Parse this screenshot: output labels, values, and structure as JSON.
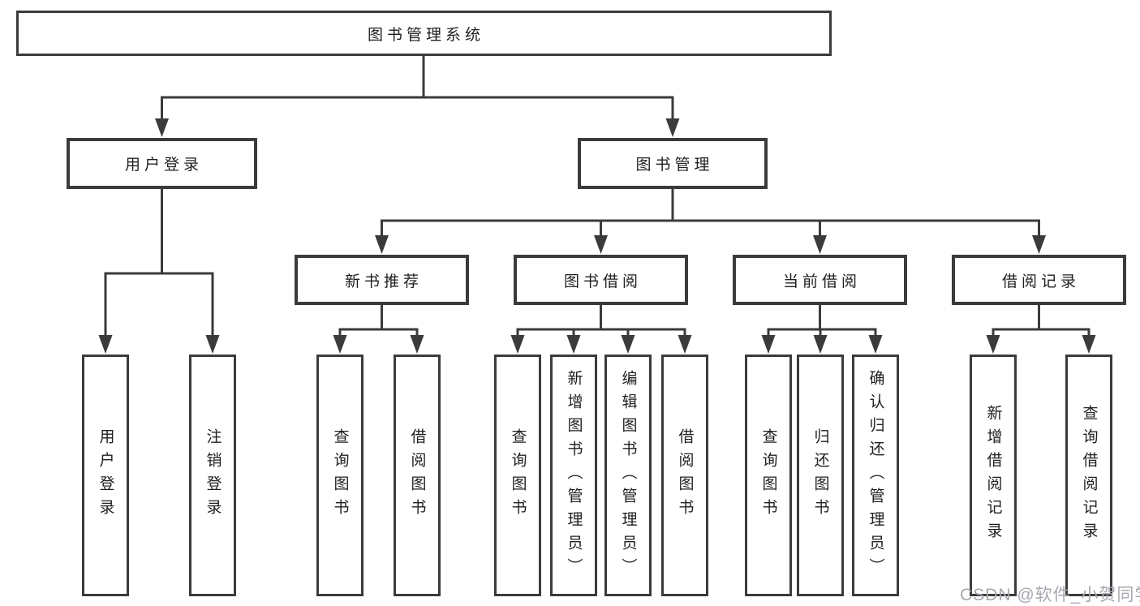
{
  "colors": {
    "line": "#3b3b3b",
    "text": "#1f1f1f",
    "watermark": "#a8a8b0",
    "background": "#ffffff"
  },
  "watermark": {
    "text": "CSDN @软件_小贺同学"
  },
  "tree": {
    "label": "图书管理系统",
    "children": [
      {
        "label": "用户登录",
        "children": [
          {
            "label": "用户登录"
          },
          {
            "label": "注销登录"
          }
        ]
      },
      {
        "label": "图书管理",
        "children": [
          {
            "label": "新书推荐",
            "children": [
              {
                "label": "查询图书"
              },
              {
                "label": "借阅图书"
              }
            ]
          },
          {
            "label": "图书借阅",
            "children": [
              {
                "label": "查询图书"
              },
              {
                "label": "新增图书（管理员）"
              },
              {
                "label": "编辑图书（管理员）"
              },
              {
                "label": "借阅图书"
              }
            ]
          },
          {
            "label": "当前借阅",
            "children": [
              {
                "label": "查询图书"
              },
              {
                "label": "归还图书"
              },
              {
                "label": "确认归还（管理员）"
              }
            ]
          },
          {
            "label": "借阅记录",
            "children": [
              {
                "label": "新增借阅记录"
              },
              {
                "label": "查询借阅记录"
              }
            ]
          }
        ]
      }
    ]
  }
}
